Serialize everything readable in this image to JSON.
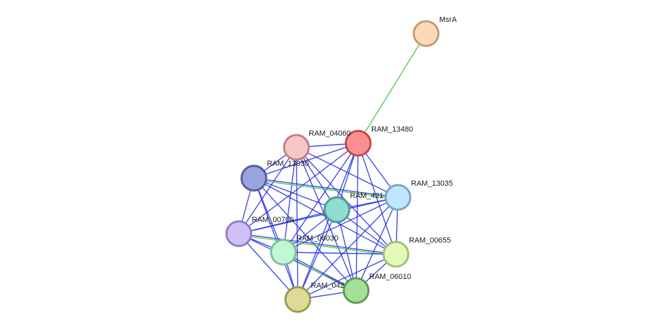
{
  "nodes": [
    {
      "id": "msra",
      "label": "MsrA",
      "fill": "#fcd9b8",
      "stroke": "#c39a78"
    },
    {
      "id": "ram13480",
      "label": "RAM_13480",
      "fill": "#f98f93",
      "stroke": "#c24848"
    },
    {
      "id": "ram04060",
      "label": "RAM_04060",
      "fill": "#f6c6c6",
      "stroke": "#c08080"
    },
    {
      "id": "ram13030",
      "label": "RAM_13030",
      "fill": "#9ba3dd",
      "stroke": "#545ea0"
    },
    {
      "id": "ram13035",
      "label": "RAM_13035",
      "fill": "#bfe6fb",
      "stroke": "#77a6c6"
    },
    {
      "id": "ram421",
      "label": "RAM_421",
      "fill": "#8fdcd3",
      "stroke": "#4e9c91"
    },
    {
      "id": "ram00700",
      "label": "RAM_00700",
      "fill": "#d3c0f9",
      "stroke": "#8f7ec0"
    },
    {
      "id": "ram06030",
      "label": "RAM_06030",
      "fill": "#c2f7d6",
      "stroke": "#7fbf99"
    },
    {
      "id": "ram00655",
      "label": "RAM_00655",
      "fill": "#e3fbb8",
      "stroke": "#a6bf78"
    },
    {
      "id": "ram06010",
      "label": "RAM_06010",
      "fill": "#a3df94",
      "stroke": "#5e9c52"
    },
    {
      "id": "ram042",
      "label": "RAM_042",
      "fill": "#dfdb95",
      "stroke": "#9e9a52"
    }
  ],
  "edges": [
    {
      "from": "msra",
      "to": "ram13480",
      "color": "#3fc63f"
    },
    {
      "from": "ram13480",
      "to": "ram04060",
      "color": "#2a35e6"
    },
    {
      "from": "ram13480",
      "to": "ram13030",
      "color": "#2a35e6"
    },
    {
      "from": "ram13480",
      "to": "ram13035",
      "color": "#2a35e6"
    },
    {
      "from": "ram13480",
      "to": "ram421",
      "color": "#2a35e6"
    },
    {
      "from": "ram13480",
      "to": "ram00700",
      "color": "#2a35e6"
    },
    {
      "from": "ram13480",
      "to": "ram06030",
      "color": "#2a35e6"
    },
    {
      "from": "ram13480",
      "to": "ram00655",
      "color": "#2a35e6"
    },
    {
      "from": "ram13480",
      "to": "ram06010",
      "color": "#2a35e6"
    },
    {
      "from": "ram13480",
      "to": "ram042",
      "color": "#2a35e6"
    },
    {
      "from": "ram04060",
      "to": "ram13030",
      "color": "#2a35e6"
    },
    {
      "from": "ram04060",
      "to": "ram13035",
      "color": "#2a35e6"
    },
    {
      "from": "ram04060",
      "to": "ram421",
      "color": "#2a35e6"
    },
    {
      "from": "ram04060",
      "to": "ram00700",
      "color": "#2a35e6"
    },
    {
      "from": "ram04060",
      "to": "ram06030",
      "color": "#2a35e6"
    },
    {
      "from": "ram04060",
      "to": "ram00655",
      "color": "#2a35e6"
    },
    {
      "from": "ram04060",
      "to": "ram06010",
      "color": "#2a35e6"
    },
    {
      "from": "ram04060",
      "to": "ram042",
      "color": "#2a35e6"
    },
    {
      "from": "ram13030",
      "to": "ram13035",
      "color": "#2a35e6"
    },
    {
      "from": "ram13030",
      "to": "ram13035",
      "color": "#3fc63f"
    },
    {
      "from": "ram13030",
      "to": "ram421",
      "color": "#2a35e6"
    },
    {
      "from": "ram13030",
      "to": "ram00700",
      "color": "#2a35e6"
    },
    {
      "from": "ram13030",
      "to": "ram06030",
      "color": "#2a35e6"
    },
    {
      "from": "ram13030",
      "to": "ram00655",
      "color": "#2a35e6"
    },
    {
      "from": "ram13030",
      "to": "ram06010",
      "color": "#2a35e6"
    },
    {
      "from": "ram13030",
      "to": "ram042",
      "color": "#2a35e6"
    },
    {
      "from": "ram13035",
      "to": "ram421",
      "color": "#2a35e6"
    },
    {
      "from": "ram13035",
      "to": "ram00700",
      "color": "#2a35e6"
    },
    {
      "from": "ram13035",
      "to": "ram06030",
      "color": "#2a35e6"
    },
    {
      "from": "ram13035",
      "to": "ram00655",
      "color": "#2a35e6"
    },
    {
      "from": "ram13035",
      "to": "ram06010",
      "color": "#2a35e6"
    },
    {
      "from": "ram13035",
      "to": "ram042",
      "color": "#2a35e6"
    },
    {
      "from": "ram421",
      "to": "ram00700",
      "color": "#2a35e6"
    },
    {
      "from": "ram421",
      "to": "ram06030",
      "color": "#2a35e6"
    },
    {
      "from": "ram421",
      "to": "ram00655",
      "color": "#2a35e6"
    },
    {
      "from": "ram421",
      "to": "ram06010",
      "color": "#2a35e6"
    },
    {
      "from": "ram421",
      "to": "ram042",
      "color": "#2a35e6"
    },
    {
      "from": "ram00700",
      "to": "ram06030",
      "color": "#2a35e6"
    },
    {
      "from": "ram00700",
      "to": "ram00655",
      "color": "#2a35e6"
    },
    {
      "from": "ram00700",
      "to": "ram00655",
      "color": "#3fc63f"
    },
    {
      "from": "ram00700",
      "to": "ram06010",
      "color": "#2a35e6"
    },
    {
      "from": "ram00700",
      "to": "ram042",
      "color": "#2a35e6"
    },
    {
      "from": "ram06030",
      "to": "ram00655",
      "color": "#2a35e6"
    },
    {
      "from": "ram06030",
      "to": "ram06010",
      "color": "#2a35e6"
    },
    {
      "from": "ram06030",
      "to": "ram06010",
      "color": "#3fc63f"
    },
    {
      "from": "ram06030",
      "to": "ram042",
      "color": "#2a35e6"
    },
    {
      "from": "ram00655",
      "to": "ram06010",
      "color": "#2a35e6"
    },
    {
      "from": "ram00655",
      "to": "ram042",
      "color": "#2a35e6"
    },
    {
      "from": "ram06010",
      "to": "ram042",
      "color": "#2a35e6"
    }
  ]
}
